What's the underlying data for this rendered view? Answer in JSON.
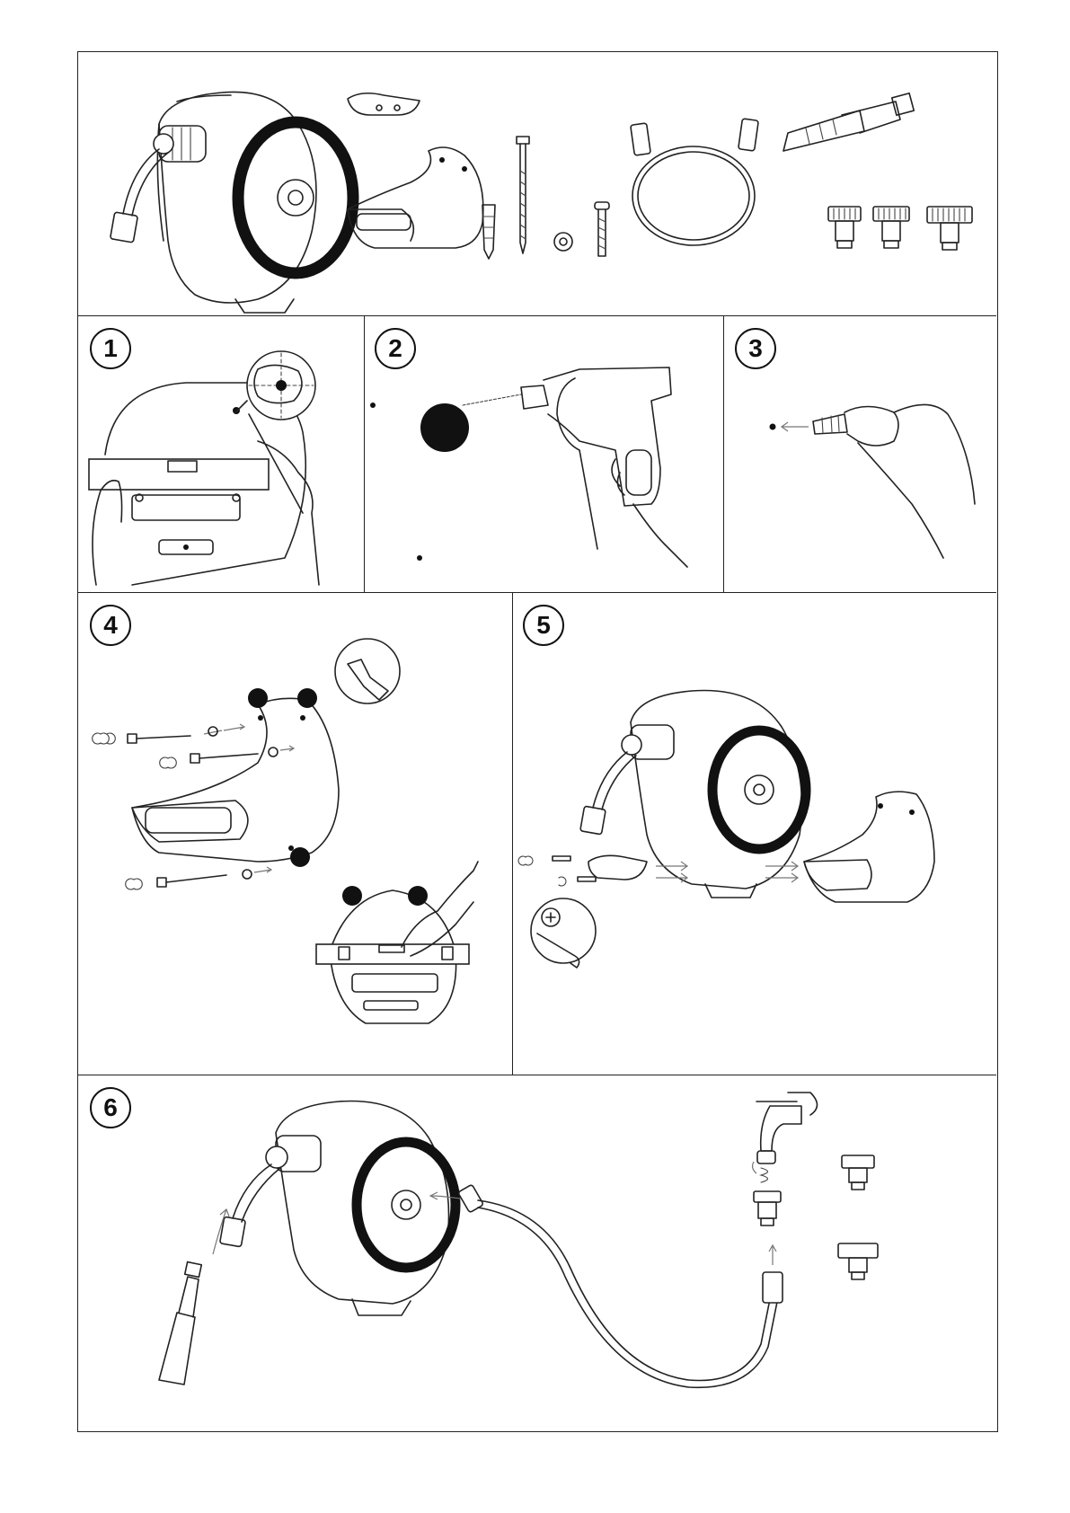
{
  "steps": [
    {
      "id": "step-1",
      "number": "1"
    },
    {
      "id": "step-2",
      "number": "2"
    },
    {
      "id": "step-3",
      "number": "3"
    },
    {
      "id": "step-4",
      "number": "4"
    },
    {
      "id": "step-5",
      "number": "5"
    },
    {
      "id": "step-6",
      "number": "6"
    }
  ],
  "icons": {
    "hose-reel": "hose-reel-icon",
    "wall-bracket": "wall-bracket-icon",
    "screw": "screw-icon",
    "wall-plug": "wall-plug-icon",
    "washer": "washer-icon",
    "hose": "hose-icon",
    "spray-nozzle": "spray-nozzle-icon",
    "tap-adapter": "tap-adapter-icon",
    "drill": "drill-icon",
    "spirit-level": "spirit-level-icon",
    "wrench": "wrench-icon",
    "screwdriver": "screwdriver-icon",
    "tap": "tap-icon"
  },
  "colors": {
    "line": "#222222",
    "mark": "#111111",
    "arrow": "#777777",
    "background": "#ffffff"
  }
}
